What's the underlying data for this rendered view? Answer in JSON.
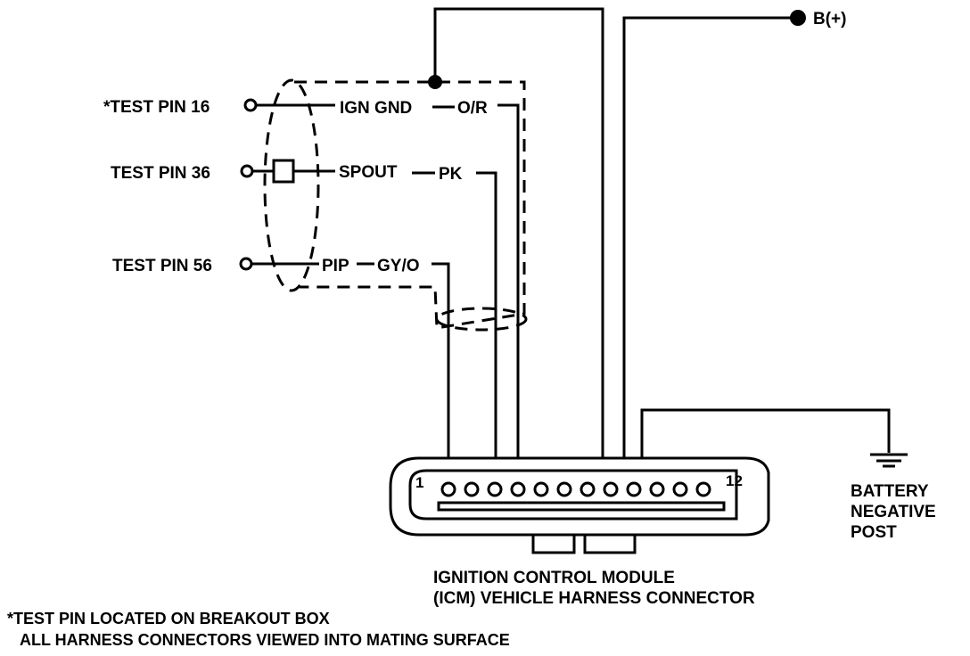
{
  "title": "",
  "labels": {
    "test_pin_16": "*TEST PIN 16",
    "test_pin_36": "TEST PIN 36",
    "test_pin_56": "TEST PIN 56",
    "ign_gnd": "IGN GND",
    "o_r": "O/R",
    "spout": "SPOUT",
    "pk": "PK",
    "pip": "PIP",
    "gy_o": "GY/O",
    "b_plus": "B(+)",
    "connector_pin_first": "1",
    "connector_pin_last": "12",
    "battery_line1": "BATTERY",
    "battery_line2": "NEGATIVE",
    "battery_line3": "POST",
    "icm_line1": "IGNITION CONTROL MODULE",
    "icm_line2": "(ICM) VEHICLE HARNESS CONNECTOR",
    "footnote_line1": "*TEST PIN LOCATED ON BREAKOUT BOX",
    "footnote_line2": "ALL HARNESS CONNECTORS VIEWED INTO MATING SURFACE"
  },
  "connector": {
    "pin_count": 12
  },
  "colors": {
    "ink": "#000000",
    "background": "#ffffff"
  }
}
